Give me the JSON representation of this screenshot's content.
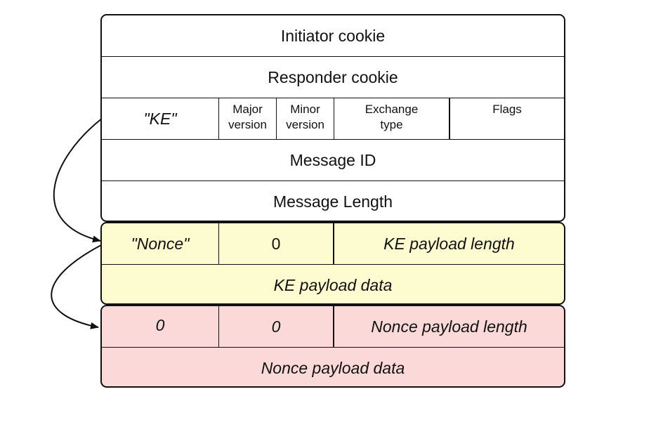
{
  "header": {
    "initiator_cookie": "Initiator cookie",
    "responder_cookie": "Responder cookie",
    "next_payload": "\"KE\"",
    "major_version_line1": "Major",
    "major_version_line2": "version",
    "minor_version_line1": "Minor",
    "minor_version_line2": "version",
    "exchange_type_line1": "Exchange",
    "exchange_type_line2": "type",
    "flags": "Flags",
    "message_id": "Message ID",
    "message_length": "Message Length"
  },
  "ke_payload": {
    "next_payload": "\"Nonce\"",
    "reserved": "0",
    "length": "KE payload length",
    "data": "KE payload data"
  },
  "nonce_payload": {
    "next_payload": "0",
    "reserved": "0",
    "length": "Nonce payload length",
    "data": "Nonce payload data"
  },
  "colors": {
    "border": "#111111",
    "header_fill": "#ffffff",
    "ke_fill": "#fdfbd0",
    "nonce_fill": "#fcd9d9"
  }
}
